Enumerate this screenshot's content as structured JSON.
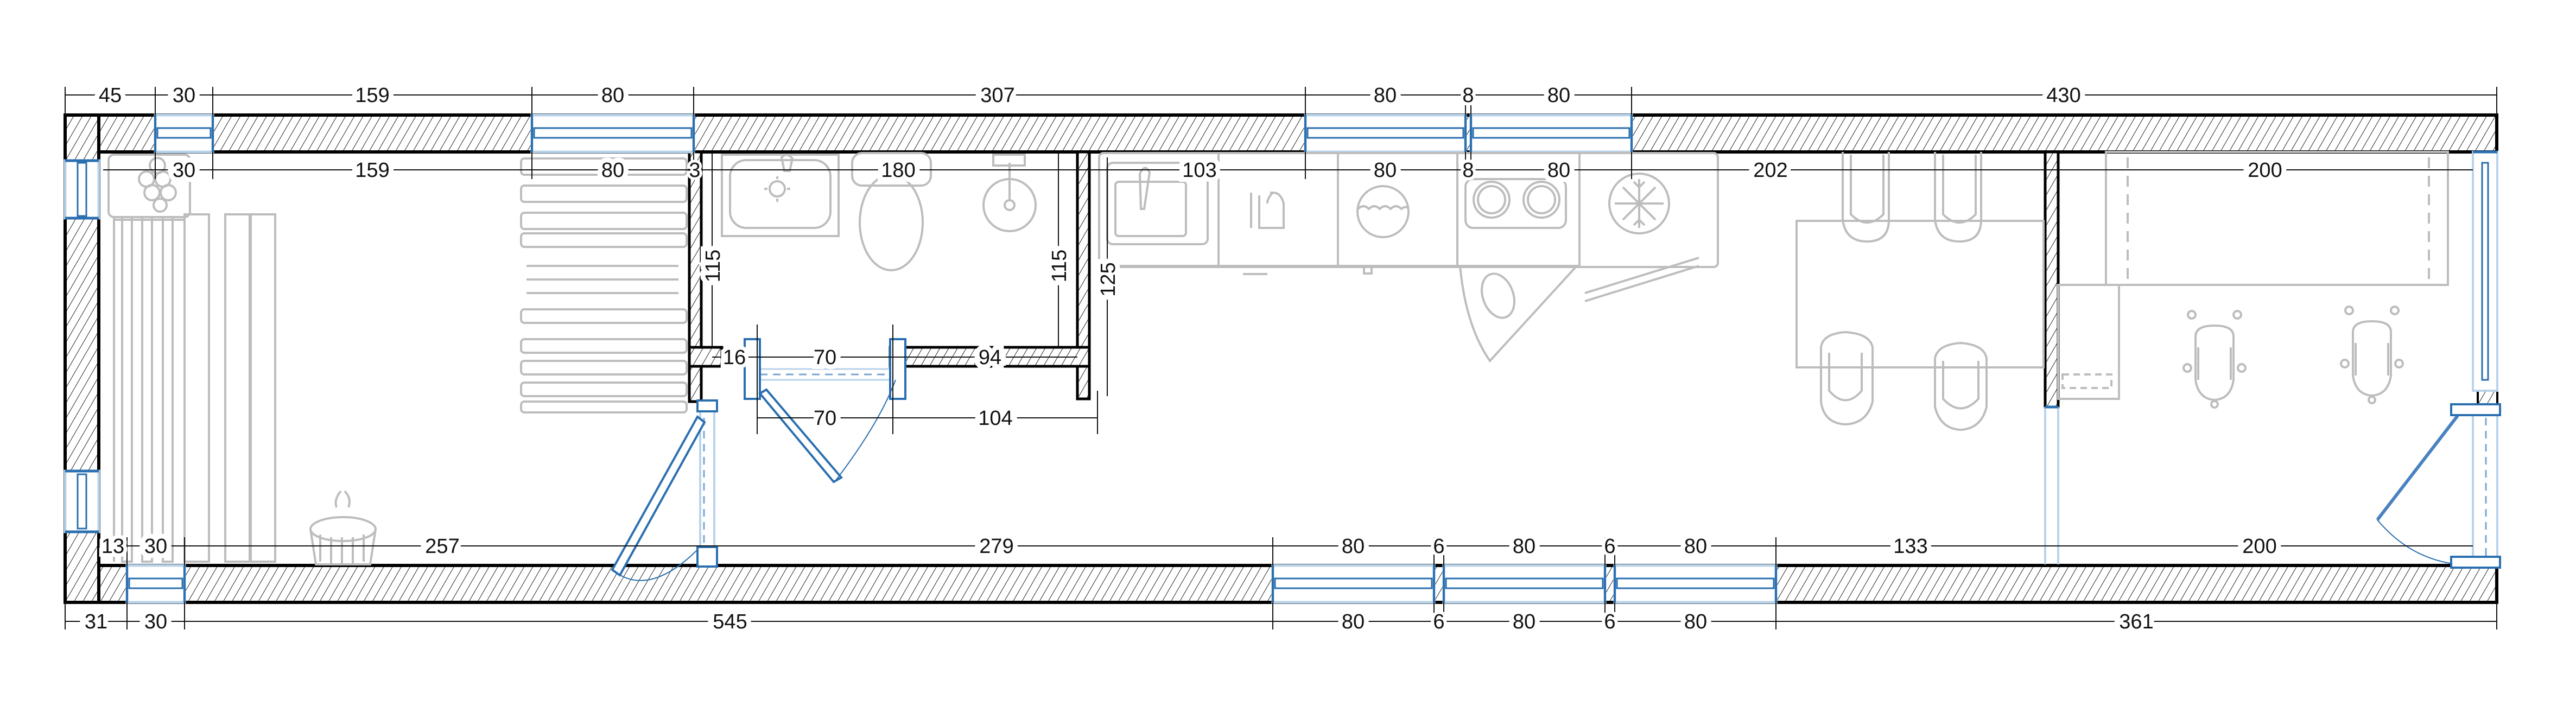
{
  "drawing": {
    "type": "floor plan",
    "colors": {
      "wall_outline": "#000000",
      "hatch": "#222222",
      "opening": "#2a6fb0",
      "opening_light": "#b9d3ea",
      "furniture": "#bdbdbd",
      "dimension": "#111111"
    }
  },
  "dimensions": {
    "top_outer": [
      "45",
      "30",
      "159",
      "80",
      "307",
      "80",
      "8",
      "80",
      "430"
    ],
    "top_inner": [
      "30",
      "159",
      "80",
      "3",
      "180",
      "103",
      "80",
      "8",
      "80",
      "202",
      "200"
    ],
    "bathroom": {
      "left_height": "115",
      "right_height": "115",
      "bottom_left": "16",
      "door_width": "70",
      "bottom_right": "94",
      "below_door": "70",
      "below_right": "104"
    },
    "kitchen_depth": "125",
    "bottom_inner": [
      "13",
      "30",
      "257",
      "279",
      "80",
      "6",
      "80",
      "6",
      "80",
      "133",
      "200"
    ],
    "bottom_outer": [
      "31",
      "30",
      "545",
      "80",
      "6",
      "80",
      "6",
      "80",
      "361"
    ]
  },
  "furniture": {
    "sauna": [
      "stove-with-stones",
      "sauna-benches",
      "sauna-bucket"
    ],
    "hallway": [
      "towel-rack"
    ],
    "bathroom": [
      "washbasin",
      "toilet",
      "shower"
    ],
    "kitchen": [
      "sink",
      "dishwasher",
      "washing-machine",
      "hob",
      "fridge",
      "corner-cooktop"
    ],
    "dining": [
      "dining-table",
      "armchairs"
    ],
    "office": [
      "desk",
      "office-chairs"
    ]
  }
}
